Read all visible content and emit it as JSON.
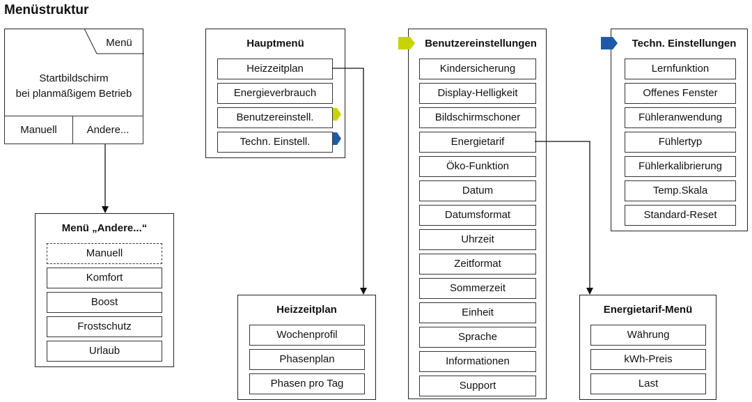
{
  "page_title": "Menüstruktur",
  "start_screen": {
    "menu_tab": "Menü",
    "text_line1": "Startbildschirm",
    "text_line2": "bei planmäßigem Betrieb",
    "btn_manual": "Manuell",
    "btn_other": "Andere..."
  },
  "other_menu": {
    "title": "Menü „Andere...“",
    "items": [
      "Manuell",
      "Komfort",
      "Boost",
      "Frostschutz",
      "Urlaub"
    ]
  },
  "main_menu": {
    "title": "Hauptmenü",
    "items": [
      "Heizzeitplan",
      "Energieverbrauch",
      "Benutzereinstell.",
      "Techn. Einstell."
    ]
  },
  "heating_schedule": {
    "title": "Heizzeitplan",
    "items": [
      "Wochenprofil",
      "Phasenplan",
      "Phasen pro Tag"
    ]
  },
  "user_settings": {
    "title": "Benutzereinstellungen",
    "items": [
      "Kindersicherung",
      "Display-Helligkeit",
      "Bildschirmschoner",
      "Energietarif",
      "Öko-Funktion",
      "Datum",
      "Datumsformat",
      "Uhrzeit",
      "Zeitformat",
      "Sommerzeit",
      "Einheit",
      "Sprache",
      "Informationen",
      "Support"
    ]
  },
  "tech_settings": {
    "title": "Techn. Einstellungen",
    "items": [
      "Lernfunktion",
      "Offenes Fenster",
      "Fühleranwendung",
      "Fühlertyp",
      "Fühlerkalibrierung",
      "Temp.Skala",
      "Standard-Reset"
    ]
  },
  "tariff_menu": {
    "title": "Energietarif-Menü",
    "items": [
      "Währung",
      "kWh-Preis",
      "Last"
    ]
  },
  "colors": {
    "user_marker": "#c8d400",
    "tech_marker": "#1f5aa6",
    "line": "#111111"
  }
}
